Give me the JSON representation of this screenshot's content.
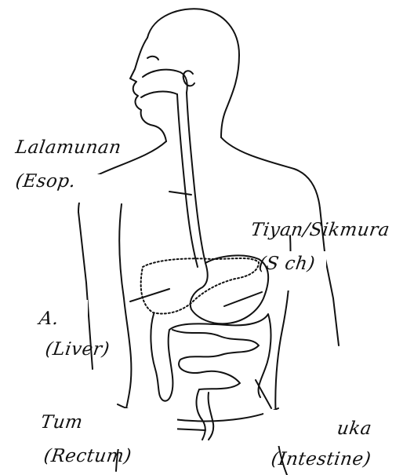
{
  "labels": [
    {
      "id": "lalamunan",
      "line1": "Lalamunan",
      "line2": "(Esop."
    },
    {
      "id": "tiyan",
      "line1": "Tiyan/Sikmura",
      "line2": "(S   ch)"
    },
    {
      "id": "atay",
      "line1": "A.",
      "line2": "(Liver)"
    },
    {
      "id": "tumbong",
      "line1": "Tum",
      "line2": "(Rectum)"
    },
    {
      "id": "bituka",
      "line1": "uka",
      "line2": "(Intestine)"
    }
  ],
  "colors": {
    "ink": "#111111",
    "background": "#ffffff"
  }
}
